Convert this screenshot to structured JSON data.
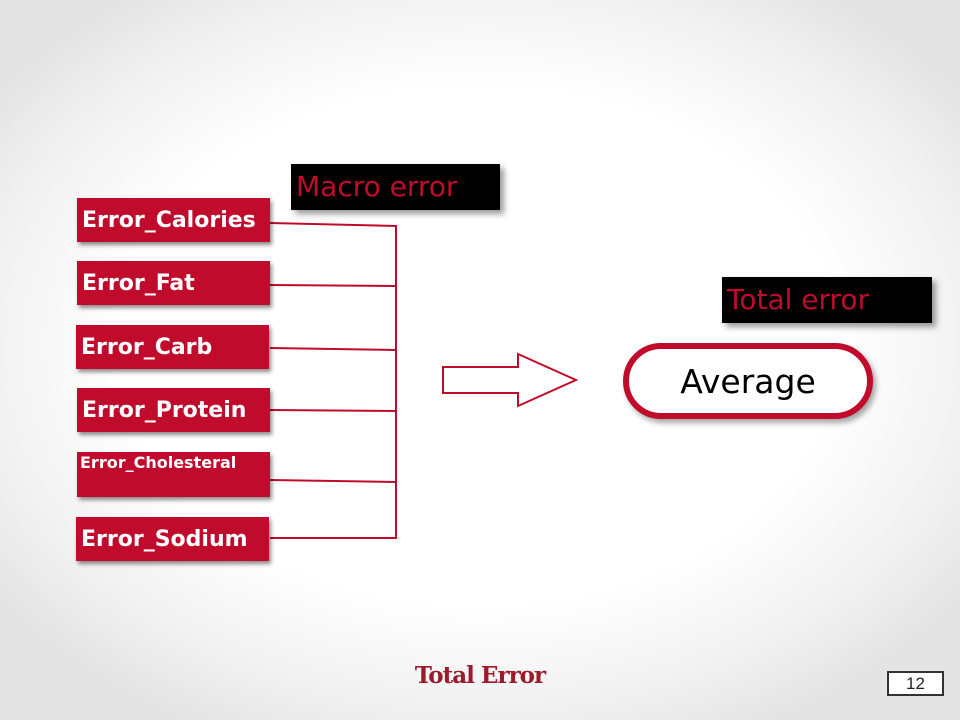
{
  "slide": {
    "error_boxes": [
      {
        "label": "Error_Calories"
      },
      {
        "label": "Error_Fat"
      },
      {
        "label": "Error_Carb"
      },
      {
        "label": "Error_Protein"
      },
      {
        "label": "Error_Cholesteral"
      },
      {
        "label": "Error_Sodium"
      }
    ],
    "macro_label": "Macro error",
    "total_label": "Total error",
    "result_label": "Average",
    "footer_title": "Total Error",
    "page_number": "12"
  },
  "colors": {
    "accent": "#c00b2c",
    "label_bg": "#000000",
    "footer_text": "#9b1a2c"
  }
}
